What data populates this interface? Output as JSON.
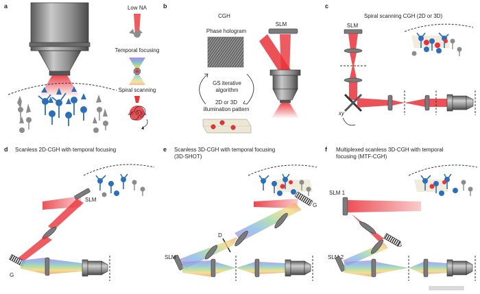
{
  "panels": {
    "a": {
      "letter": "a",
      "methods": [
        "Low NA",
        "Temporal focusing",
        "Spiral scanning"
      ]
    },
    "b": {
      "letter": "b",
      "title": "CGH",
      "phase_hologram": "Phase hologram",
      "slm": "SLM",
      "gs_line1": "GS iterative",
      "gs_line2": "algorithm",
      "illum_line1": "2D or 3D",
      "illum_line2": "illumination pattern"
    },
    "c": {
      "letter": "c",
      "title": "Spiral scanning CGH (2D or 3D)",
      "slm": "SLM",
      "xy": "xy"
    },
    "d": {
      "letter": "d",
      "title": "Scanless 2D-CGH with temporal focusing",
      "slm": "SLM",
      "g": "G"
    },
    "e": {
      "letter": "e",
      "title_line1": "Scanless 3D-CGH with temporal focusing",
      "title_line2": "(3D-SHOT)",
      "slm": "SLM",
      "g": "G",
      "d": "D"
    },
    "f": {
      "letter": "f",
      "title_line1": "Multiplexed scanless 3D-CGH with temporal",
      "title_line2": "focusing (MTF-CGH)",
      "slm1": "SLM 1",
      "slm2": "SLM 2",
      "g": "G"
    }
  },
  "colors": {
    "laser_red": "#e8333a",
    "neuron_blue": "#2c6fb8",
    "neuron_gray": "#8c8c8c",
    "tissue": "#ece6d2"
  }
}
